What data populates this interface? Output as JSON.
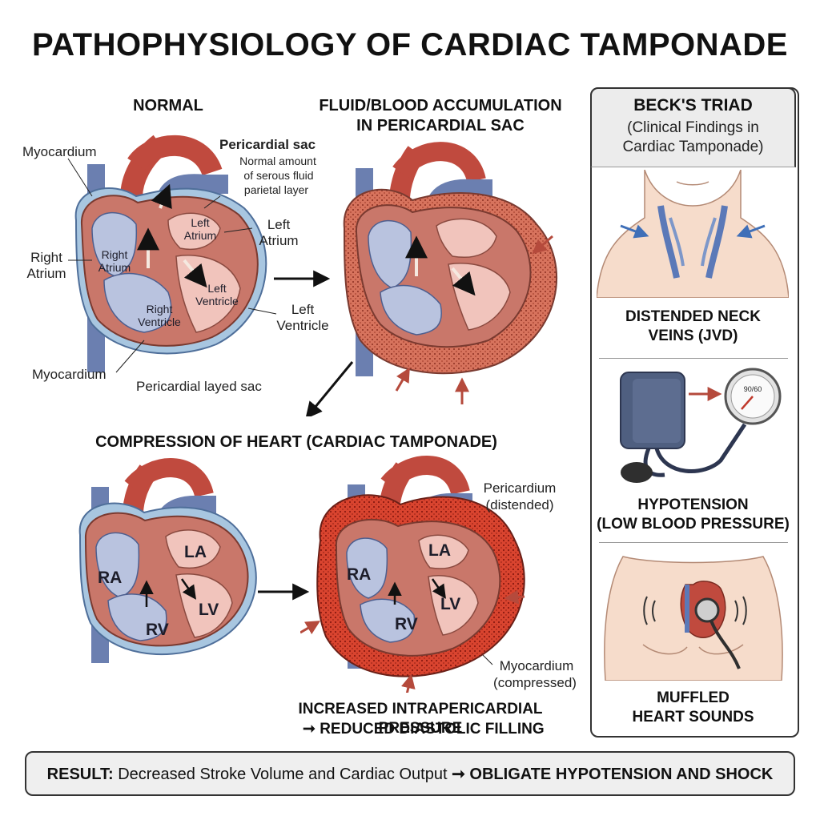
{
  "title": "PATHOPHYSIOLOGY OF CARDIAC TAMPONADE",
  "normal": {
    "title": "NORMAL",
    "labels": {
      "myocardium_top": "Myocardium",
      "pericardial_sac": "Pericardial sac",
      "pericardial_note_1": "Normal amount",
      "pericardial_note_2": "of serous fluid",
      "pericardial_note_3": "parietal layer",
      "right_atrium_out": "Right Atrium",
      "right_atrium_in": "Right Atrium",
      "left_atrium_in": "Left Atrium",
      "left_atrium_out": "Left Atrium",
      "right_ventricle": "Right Ventricle",
      "left_ventricle_in": "Left Ventricle",
      "left_ventricle_out": "Left Ventricle",
      "myocardium_bottom": "Myocardium",
      "pericardial_layed_sac": "Pericardial layed sac"
    }
  },
  "accumulation": {
    "title_line1": "FLUID/BLOOD ACCUMULATION",
    "title_line2": "IN PERICARDIAL SAC"
  },
  "compression": {
    "title": "COMPRESSION OF HEART (CARDIAC TAMPONADE)",
    "chambers": {
      "ra": "RA",
      "la": "LA",
      "rv": "RV",
      "lv": "LV"
    },
    "pericardium_1": "Pericardium",
    "pericardium_2": "(distended)",
    "myocardium_1": "Myocardium",
    "myocardium_2": "(compressed)",
    "pressure_line1": "INCREASED INTRAPERICARDIAL PRESSURE",
    "pressure_line2": "REDUCED DIASTOLIC FILLING",
    "arrow_glyph": "➞"
  },
  "becks_triad": {
    "title": "BECK'S TRIAD",
    "subtitle_1": "(Clinical Findings in",
    "subtitle_2": "Cardiac Tamponade)",
    "finding_1_line1": "DISTENDED NECK",
    "finding_1_line2": "VEINS (JVD)",
    "finding_2_line1": "HYPOTENSION",
    "finding_2_line2": "(LOW BLOOD PRESSURE)",
    "finding_3_line1": "MUFFLED",
    "finding_3_line2": "HEART SOUNDS",
    "gauge_text": "90/60"
  },
  "result": {
    "prefix": "RESULT:",
    "text": "Decreased Stroke Volume and Cardiac Output",
    "arrow": "➞",
    "conclusion": "OBLIGATE HYPOTENSION AND SHOCK"
  },
  "colors": {
    "aorta_red": "#c04a3e",
    "vein_blue": "#6b7fb0",
    "myocardium": "#c9776a",
    "chamber_pink": "#f1c4bc",
    "chamber_blue": "#b9c3df",
    "fluid": "#c85a45",
    "pericardium_blue": "#a8c6e0",
    "arrow_red": "#b54a3c"
  }
}
